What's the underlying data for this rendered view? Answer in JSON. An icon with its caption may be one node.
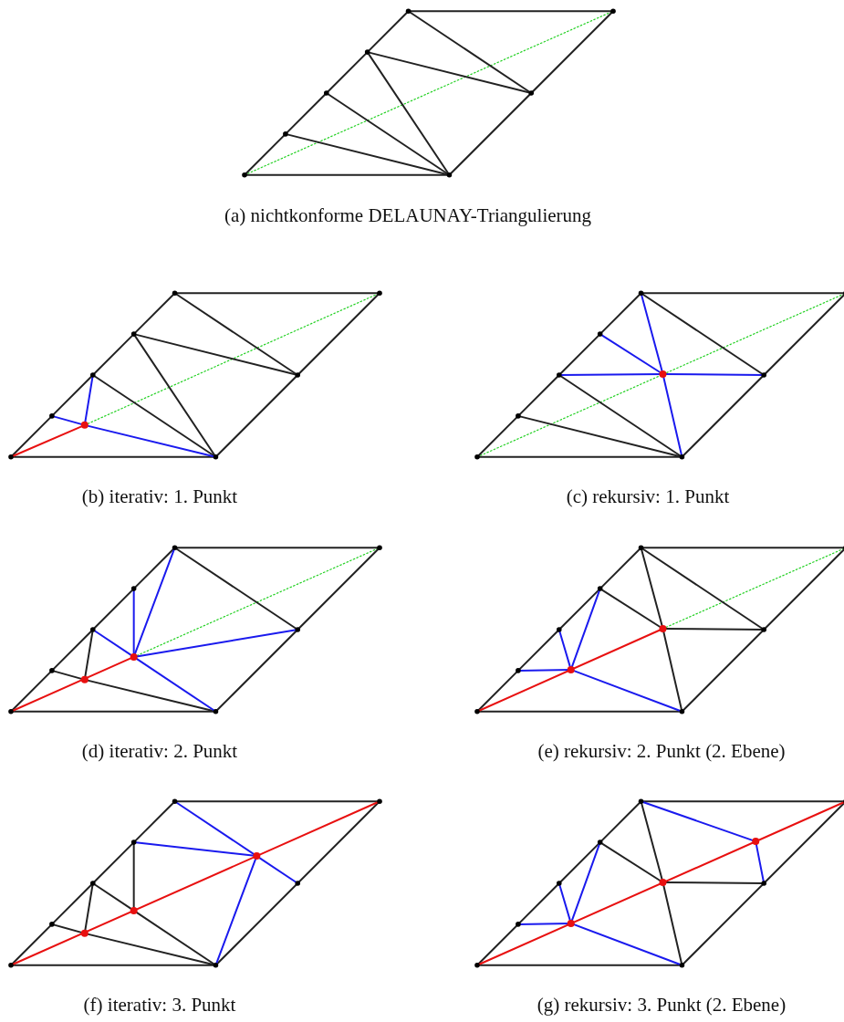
{
  "diagram": {
    "labels": [
      "(a) nichtkonforme DELAUNAY-Triangulierung",
      "(b) iterativ: 1. Punkt",
      "(c) rekursiv: 1. Punkt",
      "(d) iterativ: 2. Punkt",
      "(e) rekursiv: 2. Punkt (2. Ebene)",
      "(f) iterativ: 3. Punkt",
      "(g) rekursiv: 3. Punkt (2. Ebene)"
    ]
  }
}
